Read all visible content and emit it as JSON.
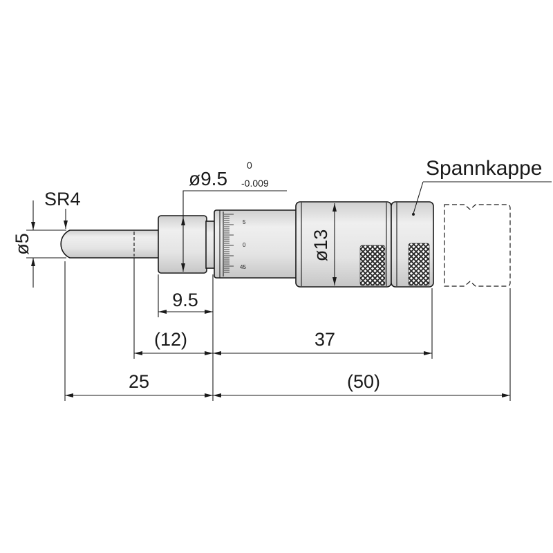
{
  "drawing": {
    "spherical_radius_label": "SR4",
    "spindle_diameter_label": "ø5",
    "collar_diameter_label": "ø9.5",
    "collar_tolerance": {
      "upper": "0",
      "lower": "-0.009"
    },
    "thimble_diameter_label": "ø13",
    "clamp_cap_label": "Spannkappe",
    "thimble_scale": [
      "5",
      "0",
      "45"
    ]
  },
  "dimensions": {
    "collar_length": "9.5",
    "spindle_to_collar": "(12)",
    "body_length": "37",
    "spindle_length": "25",
    "body_with_clamp_cap": "(50)"
  },
  "colors": {
    "line": "#1a1a1a",
    "part_fill": "#e6e6e6",
    "knurl": "#2b2b2b"
  }
}
